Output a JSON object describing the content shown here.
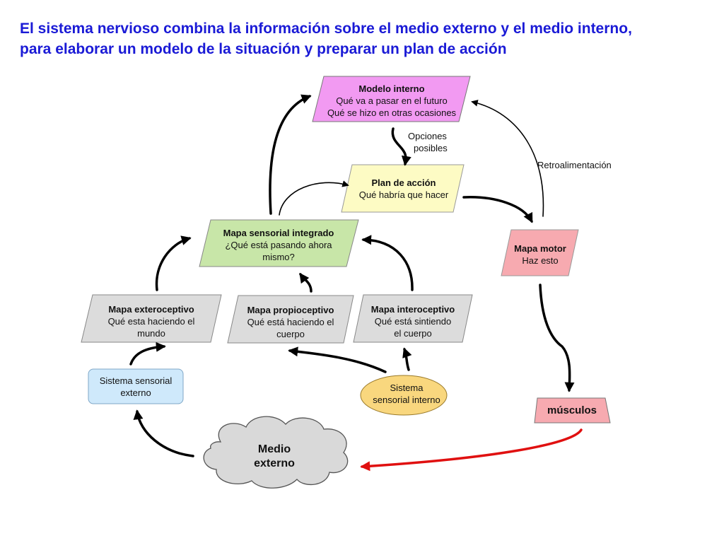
{
  "title": {
    "line1": "El sistema nervioso combina la información sobre el medio externo y el medio interno,",
    "line2": "para elaborar un modelo de la situación y preparar un plan de acción"
  },
  "nodes": {
    "modelo_interno": {
      "title": "Modelo interno",
      "line1": "Qué va a pasar en el futuro",
      "line2": "Qué se hizo en otras ocasiones",
      "color": "#f29af2"
    },
    "plan_accion": {
      "title": "Plan de acción",
      "line1": "Qué habría que hacer",
      "color": "#fdfbc4"
    },
    "mapa_sensorial": {
      "title": "Mapa sensorial integrado",
      "line1": "¿Qué está pasando ahora",
      "line2": "mismo?",
      "color": "#c8e6a8"
    },
    "mapa_motor": {
      "title": "Mapa motor",
      "line1": "Haz esto",
      "color": "#f7aab0"
    },
    "mapa_exteroceptivo": {
      "title": "Mapa exteroceptivo",
      "line1": "Qué esta haciendo el",
      "line2": "mundo",
      "color": "#dcdcdc"
    },
    "mapa_propioceptivo": {
      "title": "Mapa propioceptivo",
      "line1": "Qué está haciendo el",
      "line2": "cuerpo",
      "color": "#dcdcdc"
    },
    "mapa_interoceptivo": {
      "title": "Mapa interoceptivo",
      "line1": "Qué está sintiendo",
      "line2": "el cuerpo",
      "color": "#dcdcdc"
    },
    "sistema_sensorial_externo": {
      "line1": "Sistema sensorial",
      "line2": "externo",
      "color": "#cfe9fb"
    },
    "sistema_sensorial_interno": {
      "line1": "Sistema",
      "line2": "sensorial interno",
      "color": "#f9d77e"
    },
    "musculos": {
      "title": "músculos",
      "color": "#f7aab0"
    },
    "medio_externo": {
      "line1": "Medio",
      "line2": "externo",
      "color": "#d9d9d9"
    }
  },
  "edge_labels": {
    "opciones": {
      "line1": "Opciones",
      "line2": "posibles"
    },
    "retroalimentacion": "Retroalimentación"
  },
  "colors": {
    "title": "#1a1ad6",
    "arrow": "#000000",
    "action_arrow": "#e01010"
  }
}
